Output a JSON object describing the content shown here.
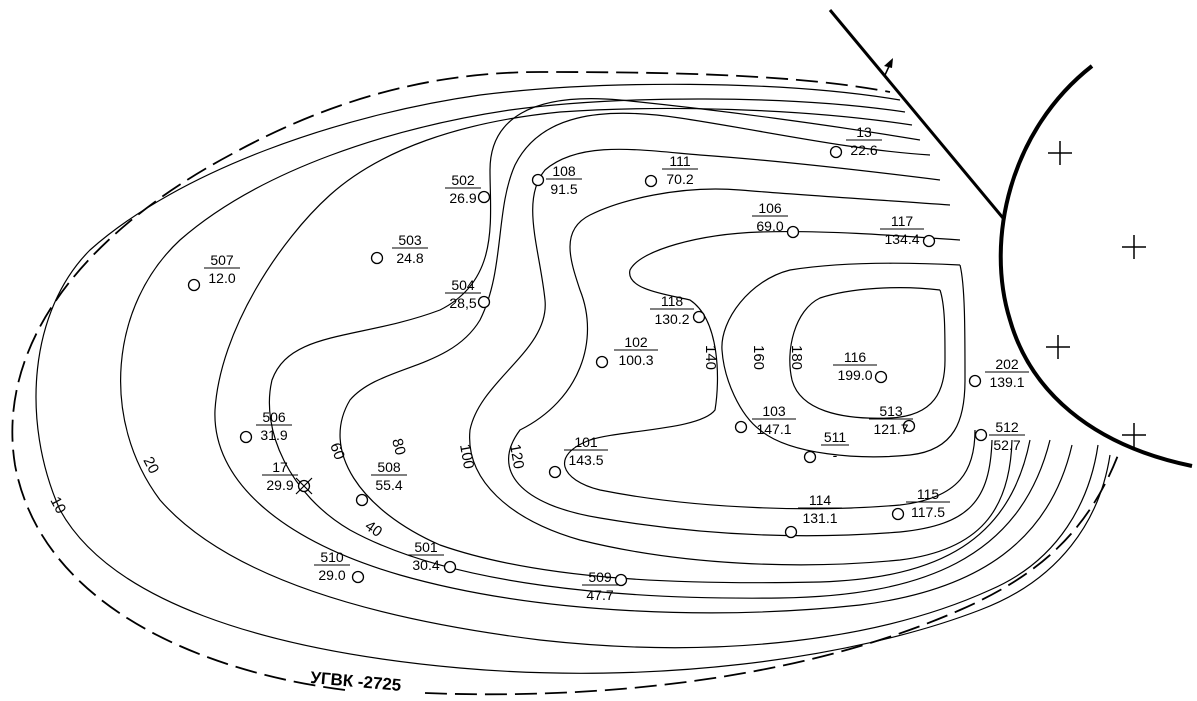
{
  "owc_label": "УГВК -2725",
  "contour_labels": [
    "10",
    "20",
    "40",
    "60",
    "80",
    "100",
    "120",
    "140",
    "160",
    "180"
  ],
  "wells": [
    {
      "id": "13",
      "value": "22.6"
    },
    {
      "id": "111",
      "value": "70.2"
    },
    {
      "id": "108",
      "value": "91.5"
    },
    {
      "id": "502",
      "value": "26.9"
    },
    {
      "id": "106",
      "value": "69.0"
    },
    {
      "id": "117",
      "value": "134.4"
    },
    {
      "id": "503",
      "value": "24.8"
    },
    {
      "id": "507",
      "value": "12.0"
    },
    {
      "id": "504",
      "value": "28,5"
    },
    {
      "id": "118",
      "value": "130.2"
    },
    {
      "id": "102",
      "value": "100.3"
    },
    {
      "id": "116",
      "value": "199.0"
    },
    {
      "id": "202",
      "value": "139.1"
    },
    {
      "id": "103",
      "value": "147.1"
    },
    {
      "id": "513",
      "value": "121.7"
    },
    {
      "id": "511",
      "value": "-"
    },
    {
      "id": "512",
      "value": "52.7"
    },
    {
      "id": "506",
      "value": "31.9"
    },
    {
      "id": "101",
      "value": "143.5"
    },
    {
      "id": "17",
      "value": "29.9"
    },
    {
      "id": "508",
      "value": "55.4"
    },
    {
      "id": "114",
      "value": "131.1"
    },
    {
      "id": "115",
      "value": "117.5"
    },
    {
      "id": "510",
      "value": "29.0"
    },
    {
      "id": "501",
      "value": "30.4"
    },
    {
      "id": "509",
      "value": "47.7"
    }
  ]
}
